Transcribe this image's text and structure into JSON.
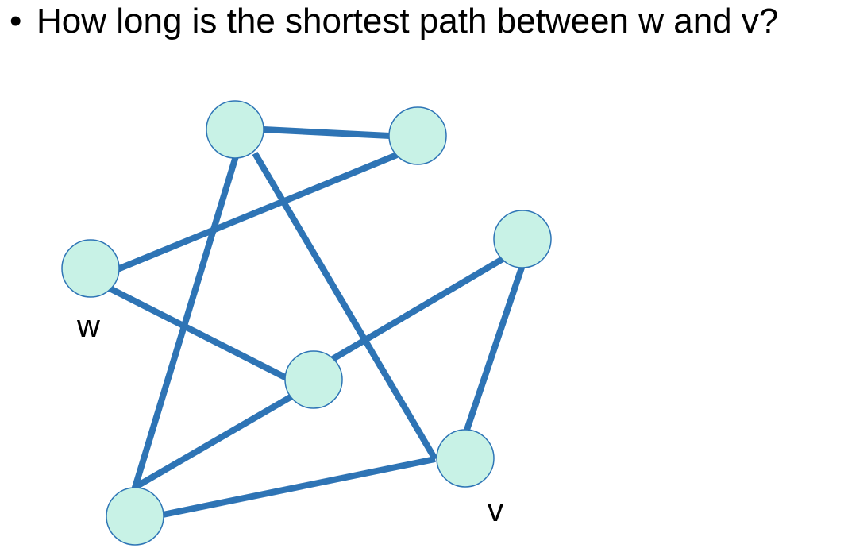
{
  "question": {
    "bullet": "•",
    "text": "How long is the shortest path between w and v?"
  },
  "graph": {
    "node_fill": "#c8f2e6",
    "node_stroke": "#2e75b6",
    "edge_color": "#2e74b5",
    "labels": {
      "w": "w",
      "v": "v"
    }
  }
}
